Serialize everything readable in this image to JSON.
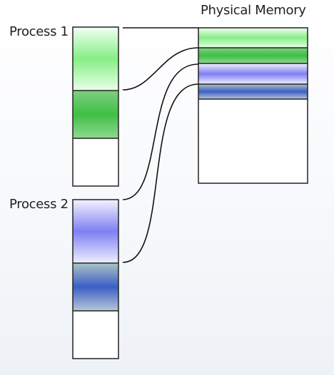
{
  "labels": {
    "process1": "Process 1",
    "process2": "Process 2",
    "physical_memory": "Physical Memory"
  },
  "colors": {
    "green_light": "#8ff08f",
    "green_dark": "#3fbf3f",
    "blue_light": "#8a8af5",
    "blue_dark": "#4a6ec8",
    "outline": "#222222"
  }
}
